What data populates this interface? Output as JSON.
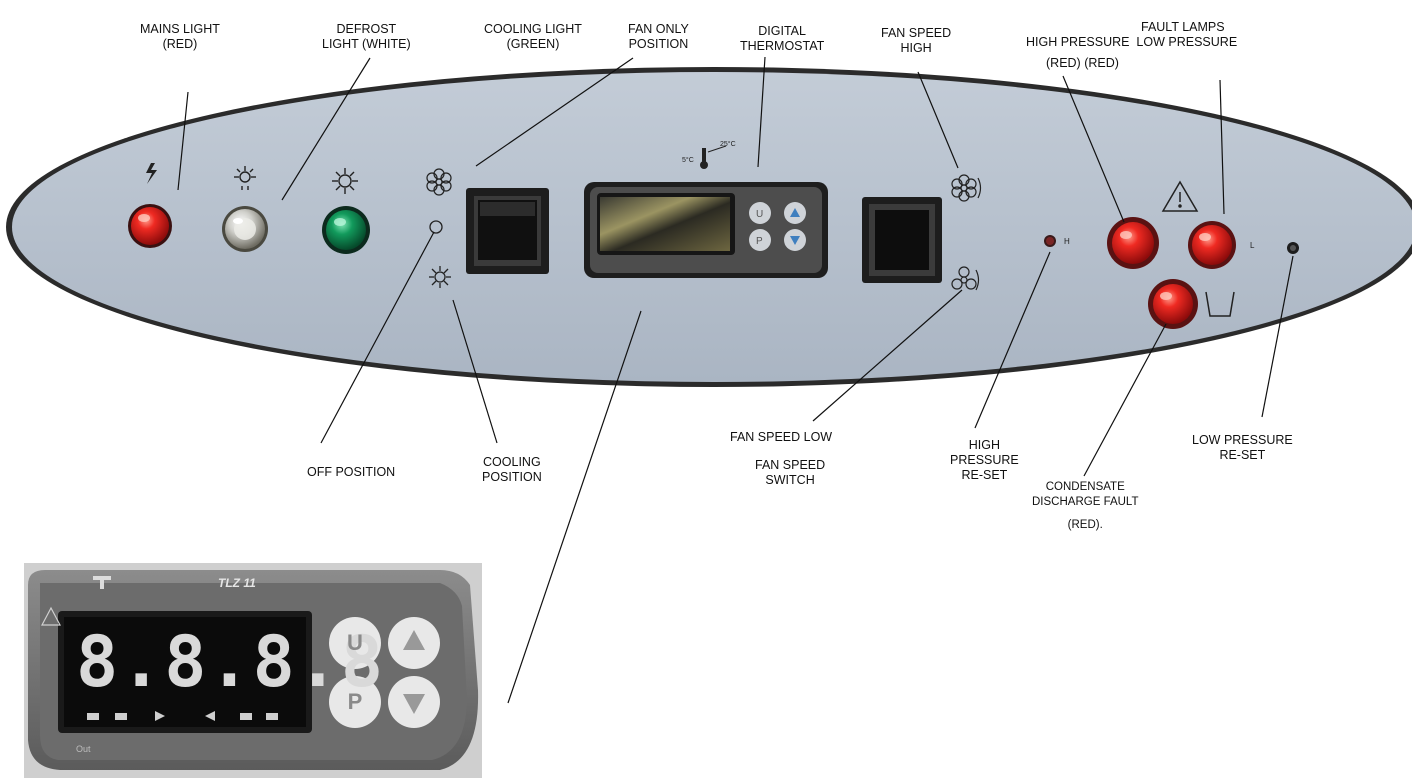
{
  "callouts": {
    "mains_light": [
      "MAINS LIGHT",
      "(RED)"
    ],
    "defrost_light": [
      "DEFROST",
      "LIGHT (WHITE)"
    ],
    "cooling_light": [
      "COOLING LIGHT",
      "(GREEN)"
    ],
    "fan_only_position": [
      "FAN ONLY",
      "POSITION"
    ],
    "digital_thermostat": [
      "DIGITAL",
      "THERMOSTAT"
    ],
    "fan_speed_high": [
      "FAN SPEED",
      "HIGH"
    ],
    "fault_lamps": [
      "FAULT LAMPS",
      "HIGH PRESSURE  LOW PRESSURE",
      "(RED) (RED)"
    ],
    "off_position": [
      "OFF POSITION"
    ],
    "cooling_position": [
      "COOLING",
      "POSITION"
    ],
    "fan_speed_low": [
      "FAN SPEED LOW"
    ],
    "fan_speed_switch": [
      "FAN SPEED",
      "SWITCH"
    ],
    "high_pressure_reset": [
      "HIGH",
      "PRESSURE",
      "RE-SET"
    ],
    "condensate_fault": [
      "CONDENSATE",
      "DISCHARGE FAULT",
      "(RED)."
    ],
    "low_pressure_reset": [
      "LOW PRESSURE",
      "RE-SET"
    ]
  },
  "panel": {
    "temp_scale_min": "5°C",
    "temp_scale_max": "25°C",
    "reset_h": "H",
    "reset_l": "L"
  },
  "thermostat_closeup": {
    "model": "TLZ 11",
    "display": "8.8.8.8",
    "button_u": "U",
    "button_p": "P",
    "footer": "Out"
  },
  "colors": {
    "panel": "#b4bfcd",
    "lamp_red": "#e11f1f",
    "lamp_green": "#129a5c",
    "lamp_white": "#d8d8d4"
  }
}
